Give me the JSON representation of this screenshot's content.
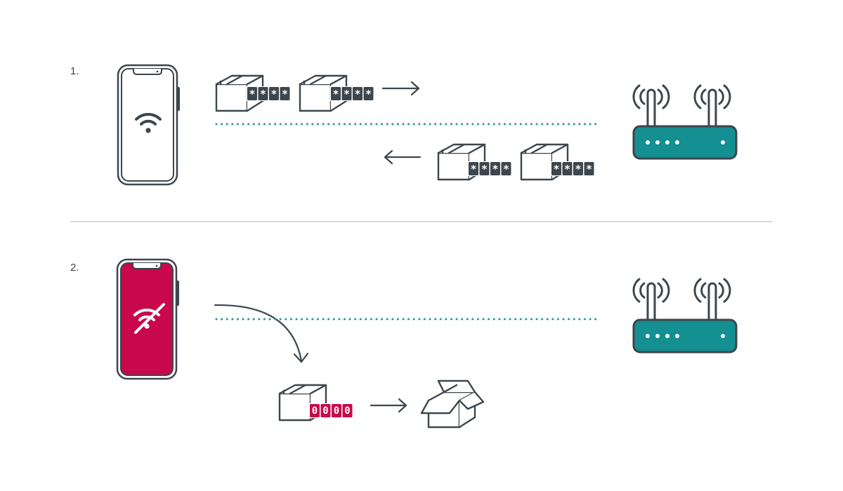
{
  "colors": {
    "outline": "#3d464c",
    "teal": "#148f92",
    "dots": "#2a9a93",
    "crimson": "#c8084b",
    "divider": "#c4c4c4",
    "light": "#ffffff"
  },
  "steps": [
    {
      "number": "1.",
      "phone_state": "connected",
      "phone_icon": "wifi-icon",
      "router_icon": "router-icon",
      "packages_out": [
        {
          "icon": "package-icon",
          "code": "****"
        },
        {
          "icon": "package-icon",
          "code": "****"
        }
      ],
      "packages_in": [
        {
          "icon": "package-icon",
          "code": "****"
        },
        {
          "icon": "package-icon",
          "code": "****"
        }
      ]
    },
    {
      "number": "2.",
      "phone_state": "disconnected",
      "phone_icon": "wifi-off-icon",
      "router_icon": "router-icon",
      "package_local": {
        "icon": "package-icon",
        "code": "0000"
      },
      "result_icon": "open-box-icon"
    }
  ]
}
